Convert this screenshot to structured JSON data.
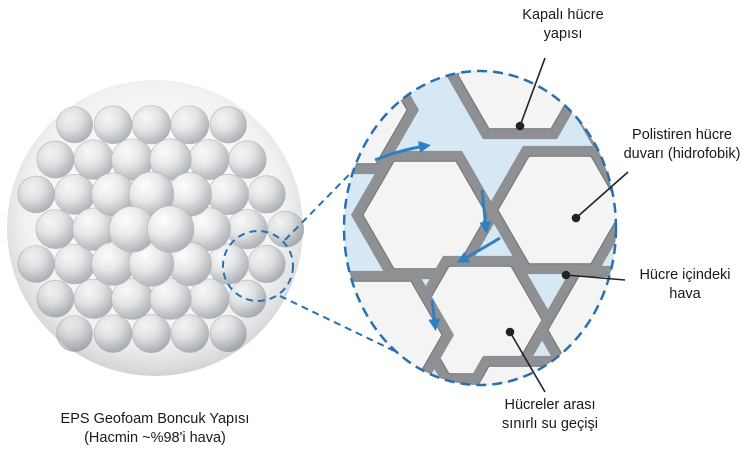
{
  "labels": {
    "main_title_line1": "EPS Geofoam Boncuk Yapısı",
    "main_title_line2": "(Hacmin ~%98'i hava)",
    "closed_cell_line1": "Kapalı hücre",
    "closed_cell_line2": "yapısı",
    "polystyrene_line1": "Polistiren hücre",
    "polystyrene_line2": "duvarı (hidrofobik)",
    "cell_air_line1": "Hücre içindeki",
    "cell_air_line2": "hava",
    "water_path_line1": "Hücreler arası",
    "water_path_line2": "sınırlı su geçişi"
  },
  "colors": {
    "bead_fill": "#e6e7e8",
    "bead_shadow": "#b9bcc0",
    "cell_wall": "#8e9094",
    "cell_interior": "#f4f4f5",
    "water": "#5aa6dc",
    "dashed_outline": "#2a6fae",
    "leader_line": "#222222"
  },
  "icons": [
    "down-arrow-icon",
    "down-arrow-icon",
    "down-arrow-icon",
    "down-arrow-icon"
  ]
}
